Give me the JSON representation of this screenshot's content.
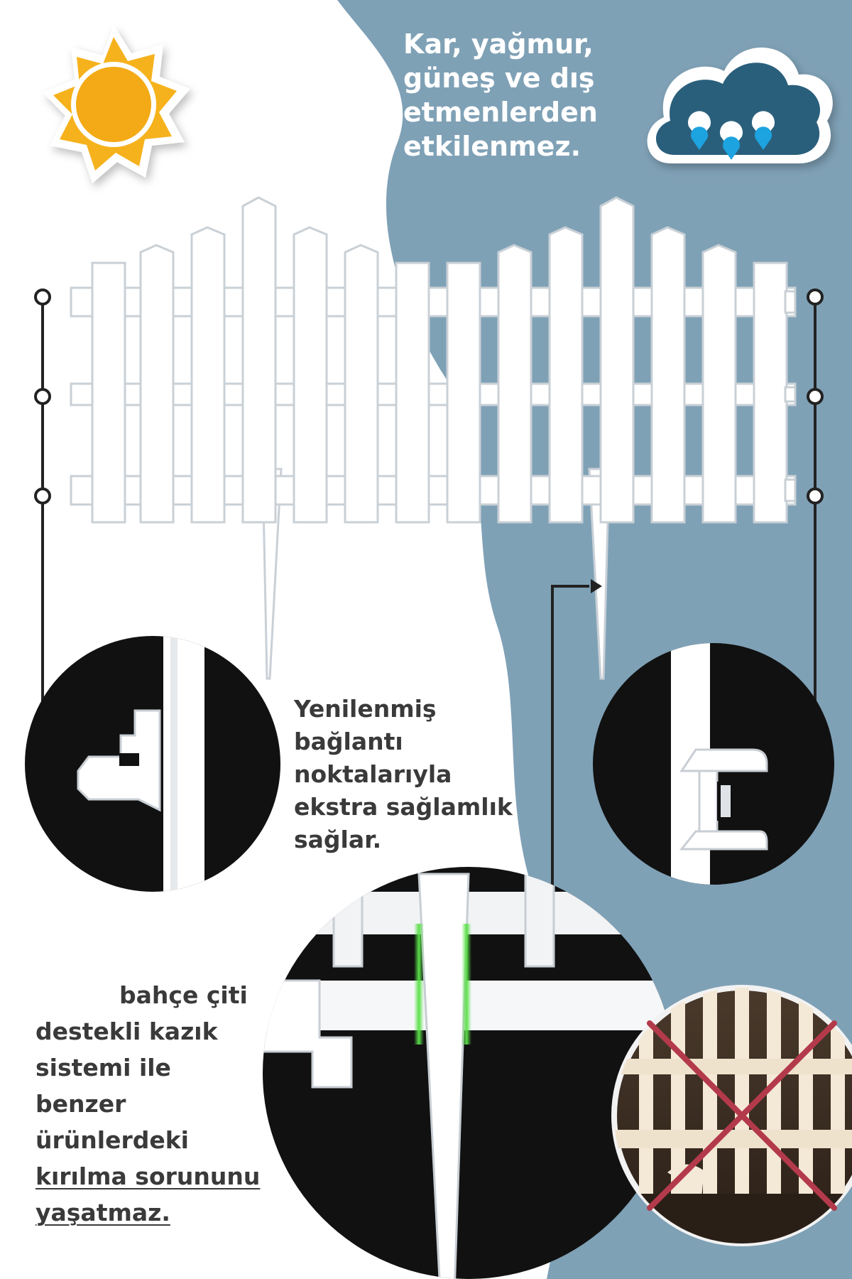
{
  "headline": {
    "lines": [
      "Kar, yağmur,",
      "güneş ve dış",
      "etmenlerden",
      "etkilenmez."
    ]
  },
  "connection_text": {
    "lines": [
      "Yenilenmiş",
      "bağlantı",
      "noktalarıyla",
      "ekstra sağlamlık",
      "sağlar."
    ]
  },
  "stake_text": {
    "lines": [
      "bahçe çiti",
      "destekli kazık",
      "sistemi ile",
      "benzer",
      "ürünlerdeki"
    ],
    "underlined_lines": [
      "kırılma sorununu",
      "yaşatmaz."
    ]
  },
  "icons": [
    "sun-icon",
    "rain-cloud-icon"
  ],
  "colors": {
    "background_blue": "#7fa1b6",
    "background_white": "#ffffff",
    "headline_text": "#ffffff",
    "body_text": "#3a3a3a",
    "sun": "#f6b21c",
    "cloud": "#2c5e7c",
    "raindrop": "#1fa3e0",
    "fence": "#ffffff",
    "circle_bg": "#111111",
    "highlight_green": "#5ce04a",
    "cross_red": "#b33a4a"
  }
}
